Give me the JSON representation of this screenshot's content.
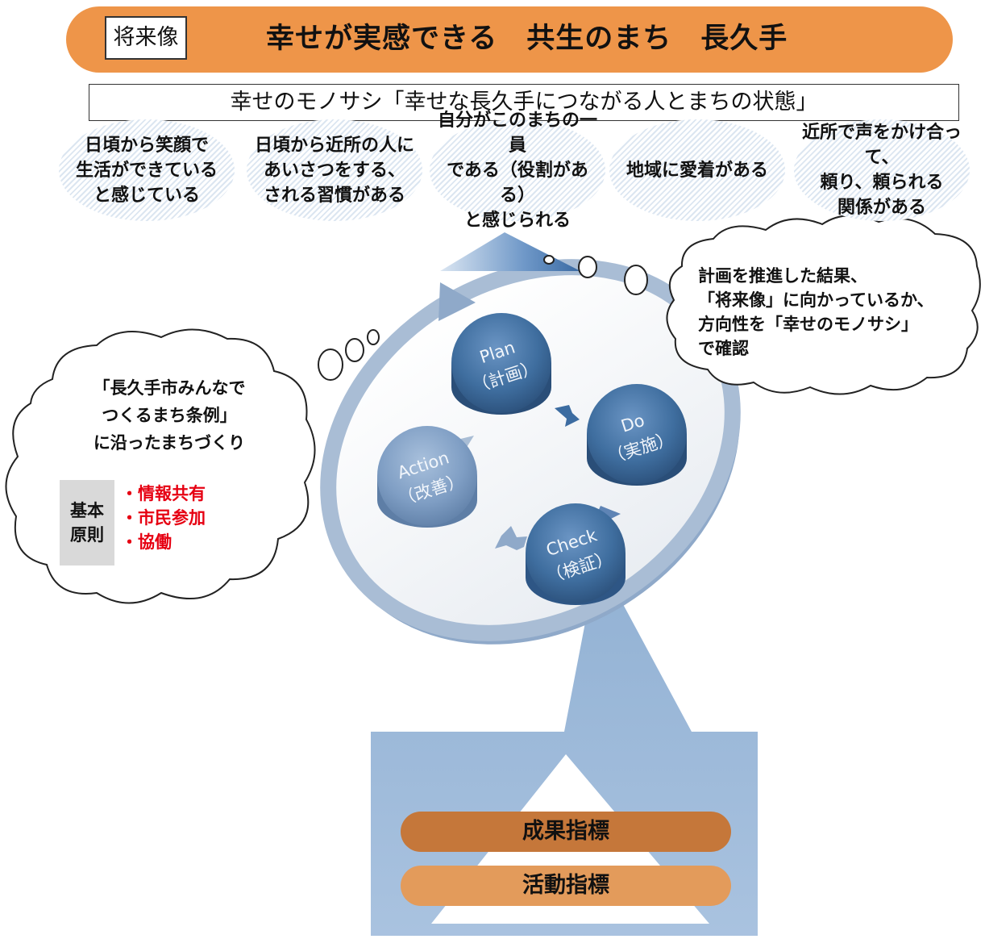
{
  "banner": {
    "tag": "将来像",
    "title": "幸せが実感できる　共生のまち　長久手"
  },
  "measure_title": "幸せのモノサシ「幸せな長久手につながる人とまちの状態」",
  "indicators": [
    "日頃から笑顔で\n生活ができている\nと感じている",
    "日頃から近所の人に\nあいさつをする、\nされる習慣がある",
    "自分がこのまちの一員\nである（役割がある）\nと感じられる",
    "地域に愛着がある",
    "近所で声をかけ合って、\n頼り、頼られる\n関係がある"
  ],
  "cycle": {
    "plan": "Plan\n（計画）",
    "do": "Do\n（実施）",
    "check": "Check\n（検証）",
    "action": "Action\n（改善）"
  },
  "right_cloud": "計画を推進した結果、\n「将来像」に向かっているか、\n方向性を「幸せのモノサシ」\nで確認",
  "left_cloud": {
    "text": "「長久手市みんなで\nつくるまち条例」\nに沿ったまちづくり",
    "principles_label": "基本\n原則",
    "principles": [
      "・情報共有",
      "・市民参加",
      "・協働"
    ]
  },
  "bars": {
    "outcome": "成果指標",
    "activity": "活動指標"
  }
}
